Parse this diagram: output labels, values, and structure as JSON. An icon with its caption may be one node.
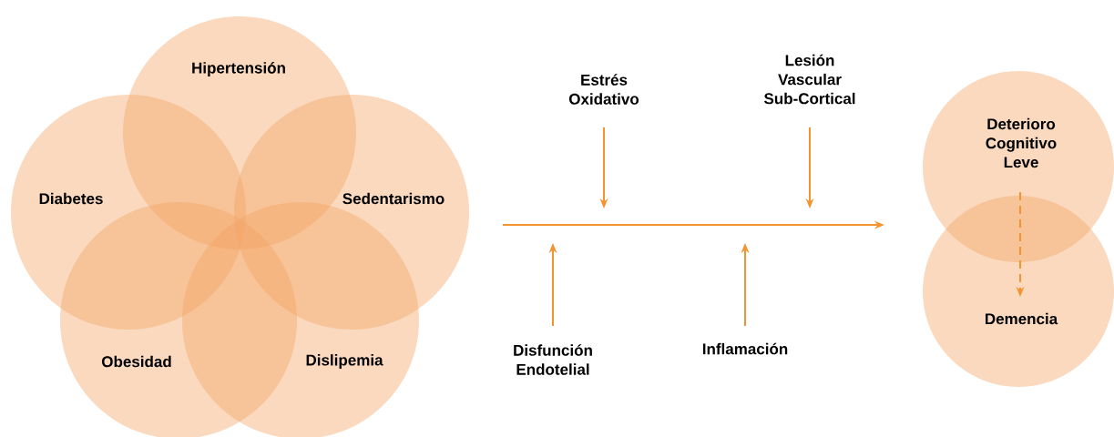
{
  "diagram": {
    "nodes": [
      {
        "text": [
          "Hipertensión"
        ]
      },
      {
        "text": [
          "Diabetes"
        ]
      },
      {
        "text": [
          "Sedentarismo"
        ]
      },
      {
        "text": [
          "Obesidad"
        ]
      },
      {
        "text": [
          "Dislipemia"
        ]
      },
      {
        "text": [
          "Estrés Oxidativo"
        ]
      },
      {
        "text": [
          "Lesión Vascular Sub-Cortical"
        ]
      },
      {
        "text": [
          "Disfunción Endotelial"
        ]
      },
      {
        "text": [
          "Inflamación"
        ]
      },
      {
        "text": [
          "Deterioro Cognitivo Leve"
        ]
      },
      {
        "text": [
          "Demencia"
        ]
      }
    ],
    "edges": [
      {
        "from": 5,
        "to": null,
        "arrow": "to"
      },
      {
        "from": 6,
        "to": null,
        "arrow": "to"
      },
      {
        "from": 7,
        "to": null,
        "arrow": "to"
      },
      {
        "from": 8,
        "to": null,
        "arrow": "to"
      },
      {
        "from": null,
        "to": 9,
        "arrow": "to"
      },
      {
        "from": 9,
        "to": 10,
        "arrow": "to",
        "style": "dashed"
      }
    ]
  }
}
